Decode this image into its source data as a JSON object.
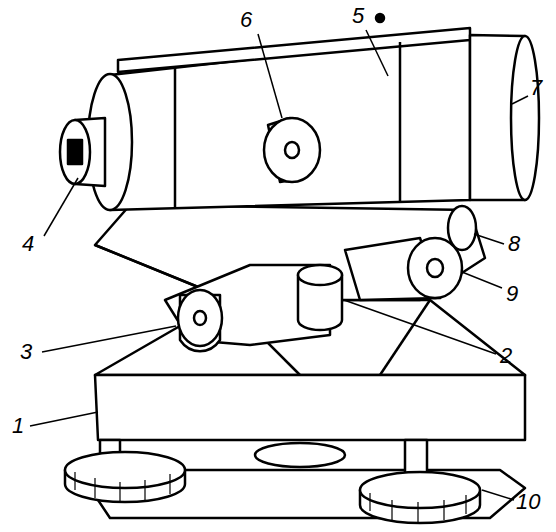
{
  "diagram": {
    "labels": [
      "4",
      "6",
      "5",
      "7",
      "8",
      "9",
      "3",
      "2",
      "1",
      "10"
    ]
  }
}
